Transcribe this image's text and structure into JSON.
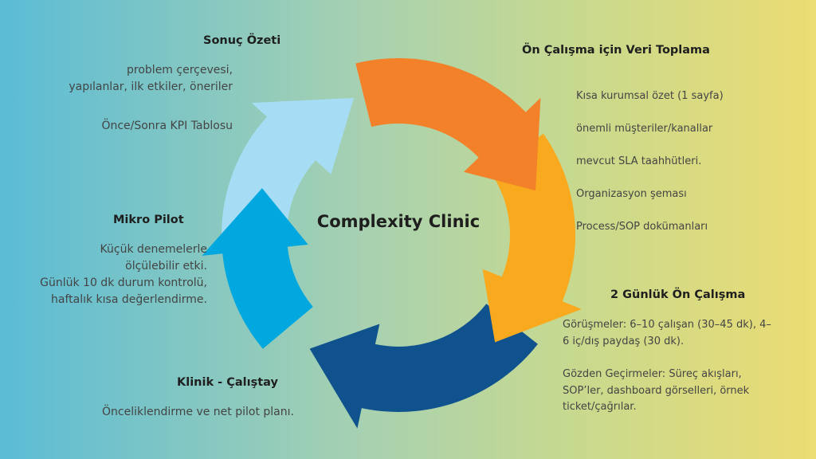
{
  "center": {
    "title": "Complexity Clinic"
  },
  "steps": [
    {
      "title": "Ön Çalışma için Veri Toplama",
      "color": "#f2812a",
      "lines": [
        "Kısa kurumsal özet (1 sayfa)",
        "önemli müşteriler/kanallar",
        "mevcut SLA taahhütleri.",
        "Organizasyon şeması",
        "Process/SOP dokümanları"
      ]
    },
    {
      "title": "2 Günlük Ön Çalışma",
      "color": "#f9a91e",
      "paragraphs": [
        "Görüşmeler: 6–10 çalışan (30–45 dk), 4–\n6 iç/dış paydaş (30 dk).",
        "Gözden Geçirmeler: Süreç akışları,\nSOP’ler, dashboard görselleri, örnek\nticket/çağrılar."
      ]
    },
    {
      "title": "Klinik - Çalıştay",
      "color": "#0f528e",
      "text": "Önceliklendirme ve net pilot planı."
    },
    {
      "title": "Mikro Pilot",
      "color": "#00a8df",
      "text": "Küçük denemelerle\nölçülebilir etki.\nGünlük 10 dk durum kontrolü,\nhaftalık kısa değerlendirme."
    },
    {
      "title": "Sonuç Özeti",
      "color": "#a7ddf4",
      "text": "problem çerçevesi,\nyapılanlar, ilk etkiler, öneriler",
      "text2": "Önce/Sonra KPI Tablosu"
    }
  ]
}
